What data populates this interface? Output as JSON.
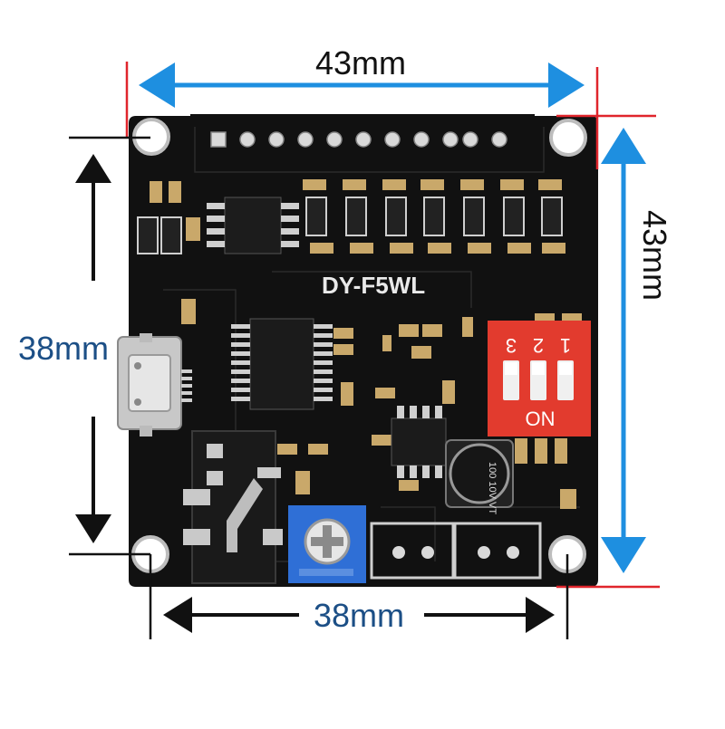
{
  "dimensions": {
    "top_width": "43mm",
    "right_height": "43mm",
    "left_height": "38mm",
    "bottom_width": "38mm"
  },
  "board": {
    "model": "DY-F5WL",
    "dip_switch": {
      "numbers": [
        "3",
        "2",
        "1"
      ],
      "state_label": "ON"
    },
    "capacitor_marking": "100 10V VT"
  },
  "colors": {
    "pcb": "#111111",
    "dip_switch": "#e23b2e",
    "potentiometer": "#2f6fd6",
    "arrow_blue": "#1e8fe0",
    "guide_red": "#e0252c",
    "arrow_black": "#111111"
  }
}
